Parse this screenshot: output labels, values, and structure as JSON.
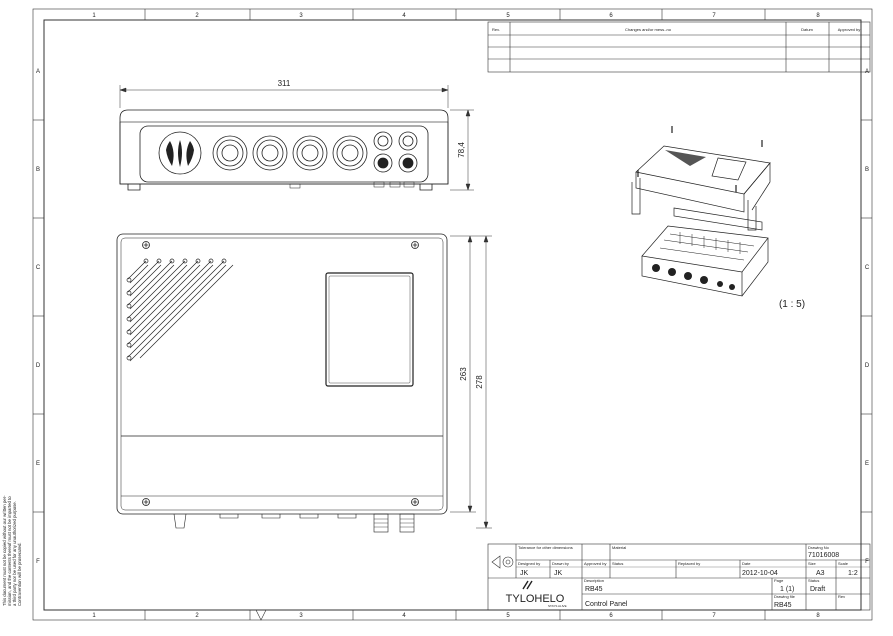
{
  "grid": {
    "columns": [
      "1",
      "2",
      "3",
      "4",
      "5",
      "6",
      "7",
      "8"
    ],
    "rows": [
      "A",
      "B",
      "C",
      "D",
      "E",
      "F"
    ]
  },
  "revision_table": {
    "headers": [
      "Rev.",
      "Changes and/or mess.-no",
      "Datum",
      "Approved by"
    ]
  },
  "dimensions": {
    "width": "311",
    "height_top_view": "78,4",
    "inner_height": "263",
    "outer_height": "278"
  },
  "scale_note": "(1 : 5)",
  "title_block": {
    "tolerance_label": "Tolerance for other dimensions",
    "material_label": "Material",
    "drawing_no_label": "Drawing No",
    "drawing_no": "71016008",
    "designed_by_label": "Designed by",
    "designed_by": "JK",
    "drawn_by_label": "Drawn by",
    "drawn_by": "JK",
    "approved_by_label": "Approved by",
    "status_label": "Status",
    "replaced_by_label": "Replaced by",
    "date_label": "Date",
    "date": "2012-10-04",
    "size_label": "Size",
    "size": "A3",
    "scale_label": "Scale",
    "scale": "1:2",
    "description_label": "Description",
    "description_1": "RB45",
    "description_2": "Control Panel",
    "page_label": "Page",
    "page": "1 (1)",
    "file_status_label": "Status",
    "file_status": "Draft",
    "drawing_file_label": "Drawing file",
    "drawing_file": "RB45",
    "rev_label": "Rev",
    "company": "TYLOHELO",
    "company_sub": "STAYS ALIVE"
  },
  "side_note": [
    "This document must not be copied without our written per-",
    "mission, and the contents thereof must not be imparted to",
    "a third party nor be used for any unauthorized purpose.",
    "Contravention will be prosecuted."
  ]
}
